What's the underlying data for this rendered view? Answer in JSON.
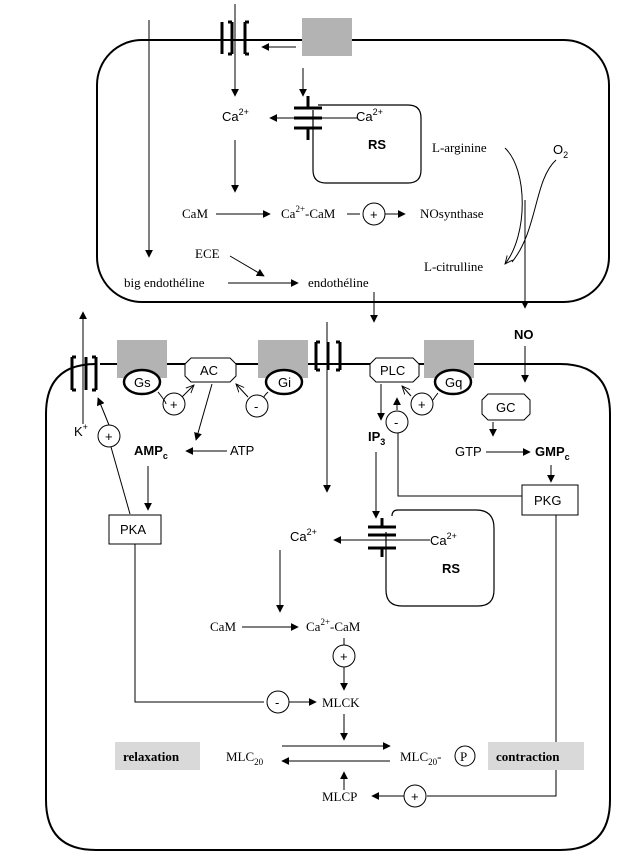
{
  "endothelial_cell": {
    "ca_cyto": "Ca",
    "ca_sup": "2+",
    "ca_rs": "Ca",
    "ca_rs_sup": "2+",
    "rs": "RS",
    "cam": "CaM",
    "ca_cam": "Ca",
    "ca_cam_sup": "2+",
    "ca_cam_suffix": "-CaM",
    "plus": "+",
    "nos": "NOsynthase",
    "l_arginine": "L-arginine",
    "o2": "O",
    "o2_sub": "2",
    "l_citrulline": "L-citrulline",
    "ece": "ECE",
    "big_endotheline": "big endothéline",
    "endotheline": "endothéline"
  },
  "no_label": "NO",
  "smooth_muscle_cell": {
    "k": "K",
    "k_sup": "+",
    "gs": "Gs",
    "ac": "AC",
    "gi": "Gi",
    "plc": "PLC",
    "gq": "Gq",
    "plus": "+",
    "minus": "-",
    "amp": "AMP",
    "amp_sub": "c",
    "atp": "ATP",
    "ip": "IP",
    "ip_sub": "3",
    "gc": "GC",
    "gtp": "GTP",
    "gmp": "GMP",
    "gmp_sub": "c",
    "pka": "PKA",
    "pkg": "PKG",
    "ca_cyto": "Ca",
    "ca_sup": "2+",
    "ca_rs": "Ca",
    "ca_rs_sup": "2+",
    "rs": "RS",
    "cam": "CaM",
    "ca_cam": "Ca",
    "ca_cam_sup": "2+",
    "ca_cam_suffix": "-CaM",
    "mlck": "MLCK",
    "relaxation": "relaxation",
    "contraction": "contraction",
    "mlc": "MLC",
    "mlc_sub": "20",
    "mlc_p_prefix": "MLC",
    "mlc_p_sub": "20",
    "mlc_p_dash": "-",
    "p": "P",
    "mlcp": "MLCP"
  },
  "colors": {
    "receptor_gray": "#b3b3b3",
    "label_bg": "#d9d9d9",
    "line": "#000000"
  }
}
